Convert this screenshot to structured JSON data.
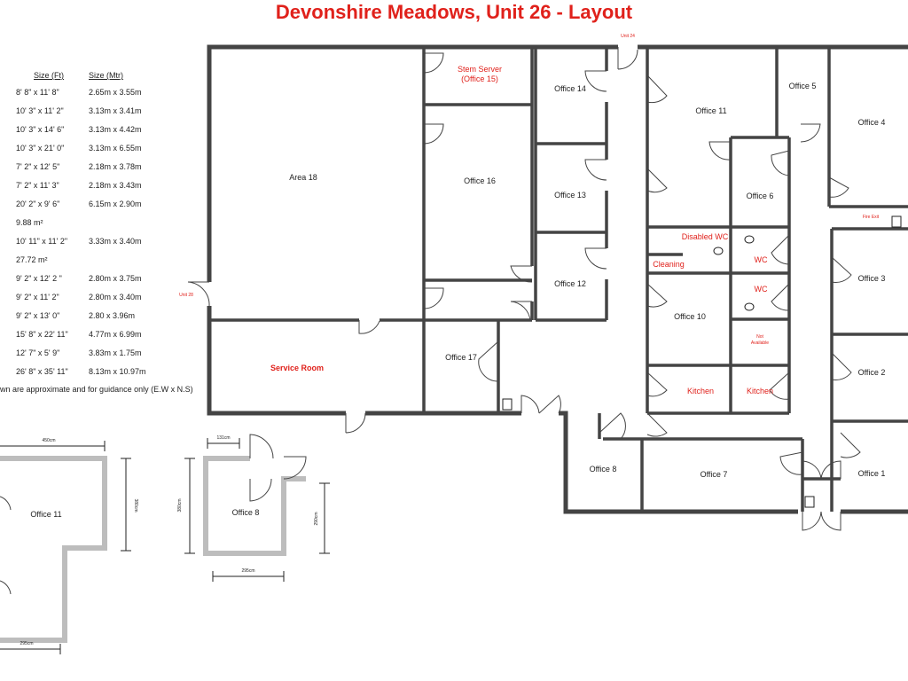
{
  "title": "Devonshire Meadows, Unit 26 - Layout",
  "room_table": {
    "headers": {
      "size_ft": "Size (Ft)",
      "size_m": "Size (Mtr)"
    },
    "rows": [
      {
        "ft": "8' 8\" x 11' 8\"",
        "m": "2.65m x 3.55m"
      },
      {
        "ft": "10' 3\" x 11' 2\"",
        "m": "3.13m x 3.41m"
      },
      {
        "ft": "10' 3\" x 14' 6\"",
        "m": "3.13m x 4.42m"
      },
      {
        "ft": "10' 3\" x 21' 0\"",
        "m": "3.13m x 6.55m"
      },
      {
        "ft": "7' 2\" x 12' 5\"",
        "m": "2.18m x 3.78m"
      },
      {
        "ft": "7' 2\" x 11' 3\"",
        "m": "2.18m x 3.43m"
      },
      {
        "ft": "20' 2\" x 9' 6\"",
        "m": "6.15m x 2.90m"
      },
      {
        "ft": "9.88 m²",
        "m": ""
      },
      {
        "ft": "10' 11\" x 11' 2\"",
        "m": "3.33m x 3.40m"
      },
      {
        "ft": "27.72 m²",
        "m": ""
      },
      {
        "ft": "9' 2\" x 12' 2 \"",
        "m": "2.80m x 3.75m"
      },
      {
        "ft": "9' 2\" x 11' 2\"",
        "m": "2.80m x 3.40m"
      },
      {
        "ft": "9' 2\" x 13' 0\"",
        "m": "2.80 x 3.96m"
      },
      {
        "ft": "15' 8\" x 22' 11\"",
        "m": "4.77m x 6.99m"
      },
      {
        "ft": "12' 7\" x 5' 9\"",
        "m": "3.83m x 1.75m"
      },
      {
        "ft": "26' 8\" x 35' 11\"",
        "m": "8.13m x 10.97m"
      }
    ],
    "note": "wn are approximate and for guidance only (E.W x N.S)"
  },
  "rooms": {
    "area18": "Area 18",
    "service_room": "Service Room",
    "stem_server_1": "Stem Server",
    "stem_server_2": "(Office 15)",
    "office16": "Office 16",
    "office14": "Office 14",
    "office13": "Office 13",
    "office12": "Office 12",
    "office17": "Office 17",
    "office11": "Office 11",
    "office5": "Office 5",
    "office4": "Office 4",
    "office6": "Office 6",
    "disabled_wc": "Disabled WC",
    "cleaning": "Cleaning",
    "wc_upper": "WC",
    "wc_lower": "WC",
    "office10": "Office 10",
    "not_available_1": "Not",
    "not_available_2": "Available",
    "kitchen_left": "Kitchen",
    "kitchen_right": "Kitchen",
    "office3": "Office 3",
    "office2": "Office 2",
    "office1": "Office 1",
    "office7": "Office 7",
    "office8": "Office 8",
    "unit24": "Unit 24",
    "unit28": "Unit 28",
    "fire_exit": "Fire Exit"
  },
  "detail_office11": {
    "label": "Office 11",
    "dim_top": "450cm",
    "dim_right": "380cm",
    "dim_bottom": "295cm"
  },
  "detail_office8": {
    "label": "Office 8",
    "dim_top": "131cm",
    "dim_left": "380cm",
    "dim_right": "290cm",
    "dim_bottom": "295cm"
  }
}
